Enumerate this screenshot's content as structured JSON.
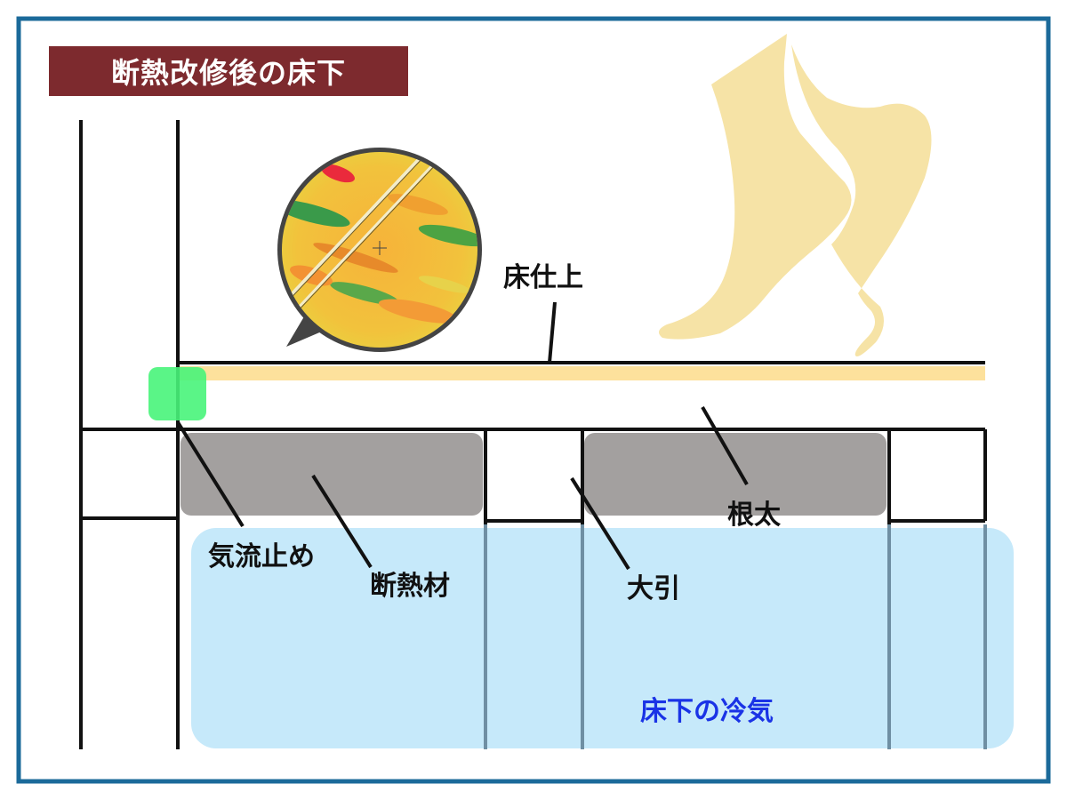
{
  "title": "断熱改修後の床下",
  "labels": {
    "floor_finish": "床仕上",
    "joist": "根太",
    "airtight_seal": "気流止め",
    "insulation": "断熱材",
    "sleeper_beam": "大引",
    "cold_air": "床下の冷気"
  },
  "colors": {
    "border": "#1b6a9a",
    "title_bg": "#7d2a2e",
    "title_text": "#ffffff",
    "floor_finish": "#fde19c",
    "insulation": "#a3a09f",
    "airtight_seal": "#48f47a",
    "cold_air_fill": "#c6e9fa",
    "cold_air_text": "#1a33e6",
    "feet": "#f6e3a6",
    "lines": "#111111"
  },
  "icons": {
    "feet": "bare-feet-icon",
    "thermal_view": "thermal-image-bubble-icon"
  }
}
